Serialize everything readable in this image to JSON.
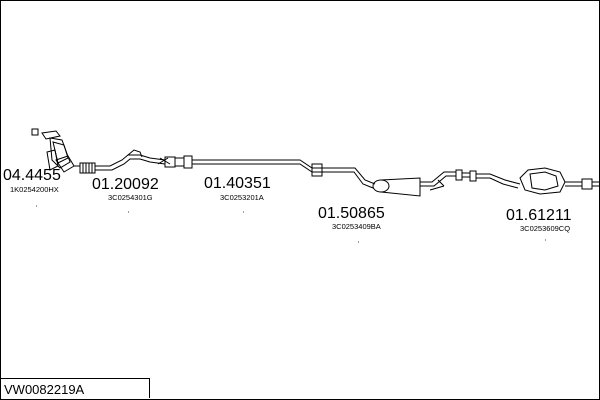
{
  "diagram": {
    "code": "VW0082219A",
    "parts": [
      {
        "number": "04.4455",
        "oem": "1K0254200HX"
      },
      {
        "number": "01.20092",
        "oem": "3C0254301G"
      },
      {
        "number": "01.40351",
        "oem": "3C0253201A"
      },
      {
        "number": "01.50865",
        "oem": "3C0253409BA"
      },
      {
        "number": "01.61211",
        "oem": "3C0253609CQ"
      }
    ]
  }
}
